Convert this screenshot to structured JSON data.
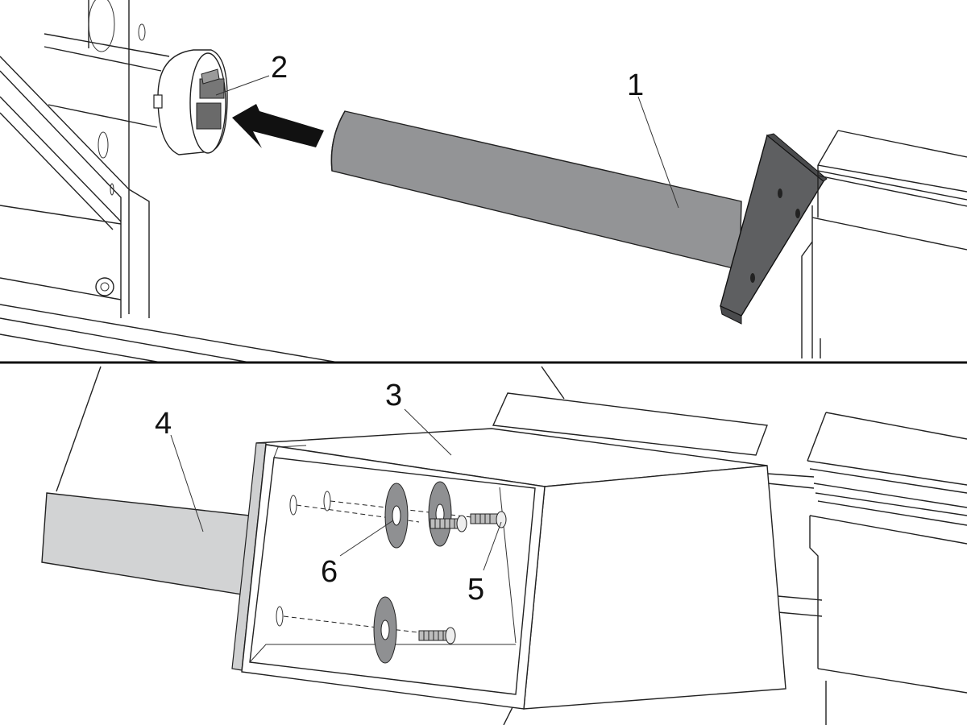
{
  "callouts": {
    "c1": "1",
    "c2": "2",
    "c3": "3",
    "c4": "4",
    "c5": "5",
    "c6": "6"
  },
  "colors": {
    "tube": "#939496",
    "bracket": "#5e5f61",
    "stub": "#d2d3d4",
    "washer": "#8f9092",
    "arrow": "#111111",
    "line": "#222222"
  }
}
